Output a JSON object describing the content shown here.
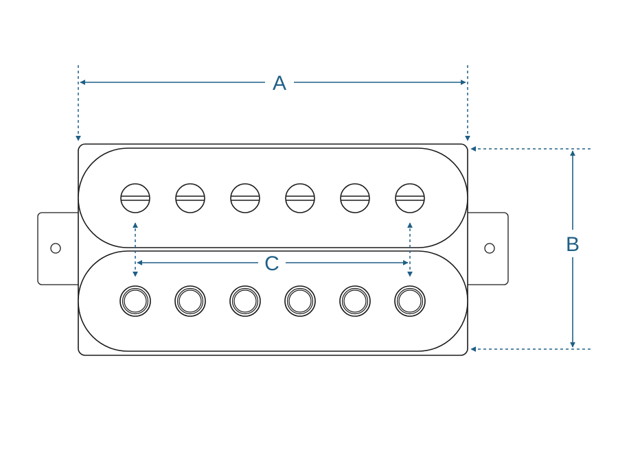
{
  "labels": {
    "a": "A",
    "b": "B",
    "c": "C"
  },
  "colors": {
    "outline": "#1a1a1a",
    "dimension": "#1f5f86",
    "background": "#ffffff"
  },
  "pole_counts": {
    "screw_row": 6,
    "slug_row": 6
  }
}
